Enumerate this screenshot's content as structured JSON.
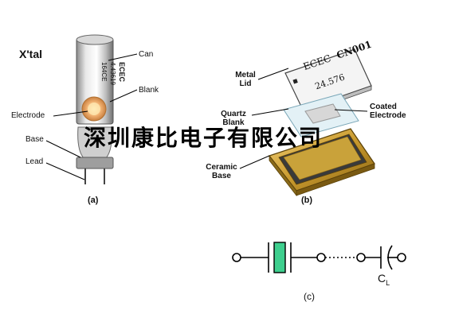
{
  "panel_a": {
    "title": "X'tal",
    "labels": {
      "can": "Can",
      "blank": "Blank",
      "electrode": "Electrode",
      "base": "Base",
      "lead": "Lead"
    },
    "can_text": [
      "ECEC",
      "4.43619",
      "164CE"
    ],
    "caption": "(a)"
  },
  "panel_b": {
    "labels": {
      "metal_lid_1": "Metal",
      "metal_lid_2": "Lid",
      "quartz_blank_1": "Quartz",
      "quartz_blank_2": "Blank",
      "coated_electrode_1": "Coated",
      "coated_electrode_2": "Electrode",
      "ceramic_base_1": "Ceramic",
      "ceramic_base_2": "Base"
    },
    "lid_text": [
      "ECEC",
      "CN001",
      "24.576"
    ],
    "caption": "(b)"
  },
  "panel_c": {
    "cap_label": "C",
    "cap_sub": "L",
    "caption": "(c)",
    "crystal_color": "#3ecf8e"
  },
  "watermark": "深圳康比电子有限公司"
}
